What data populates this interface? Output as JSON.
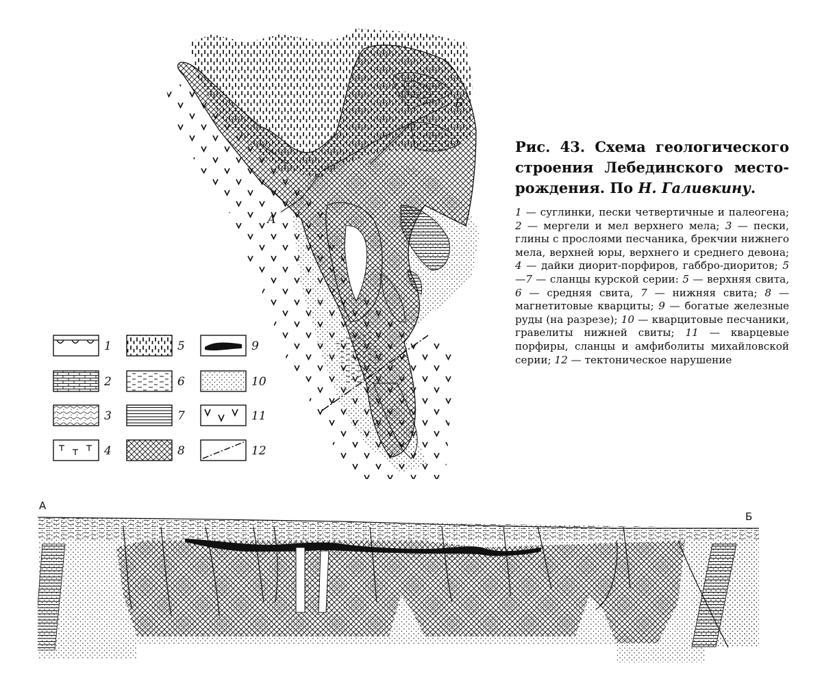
{
  "figure": {
    "title_prefix": "Рис. 43. Схема геологического строения Лебединского место­рождения. По ",
    "title_author": "Н. Галивкину",
    "title_end": "."
  },
  "legend_text": [
    {
      "num": "1",
      "text": "суглинки, пески четвертичные и палеогена;"
    },
    {
      "num": "2",
      "text": "мергели и мел верхнего мела;"
    },
    {
      "num": "3",
      "text": "пески, глины с прослоями песчаника, брекчии нижнего мела, верхней юры, верхнего и среднего девона;"
    },
    {
      "num": "4",
      "text": "дайки диорит-порфиров, габбро-диоритов;"
    },
    {
      "num": "5—7",
      "text": "сланцы курской серии:"
    },
    {
      "num": "5",
      "text": "верхняя свита,"
    },
    {
      "num": "6",
      "text": "средняя свита,"
    },
    {
      "num": "7",
      "text": "нижняя свита;"
    },
    {
      "num": "8",
      "text": "магнетитовые кварциты;"
    },
    {
      "num": "9",
      "text": "богатые железные руды (на разрезе);"
    },
    {
      "num": "10",
      "text": "кварцитовые песчаники, гравелиты нижней свиты;"
    },
    {
      "num": "11",
      "text": "кварцевые порфиры, сланцы и амфиболиты михайловской серии;"
    },
    {
      "num": "12",
      "text": "тектоническое нарушение"
    }
  ],
  "legend_boxes": [
    {
      "label": "1",
      "pattern": "topsoil"
    },
    {
      "label": "5",
      "pattern": "vdash"
    },
    {
      "label": "9",
      "pattern": "ore"
    },
    {
      "label": "2",
      "pattern": "brick"
    },
    {
      "label": "6",
      "pattern": "hdash"
    },
    {
      "label": "10",
      "pattern": "dots"
    },
    {
      "label": "3",
      "pattern": "wavy"
    },
    {
      "label": "7",
      "pattern": "hlines"
    },
    {
      "label": "11",
      "pattern": "vsym"
    },
    {
      "label": "4",
      "pattern": "tsym"
    },
    {
      "label": "8",
      "pattern": "cross"
    },
    {
      "label": "12",
      "pattern": "fault"
    }
  ],
  "map": {
    "line_start_label": "А",
    "line_end_label": "Б"
  },
  "section": {
    "left_label": "А",
    "right_label": "Б"
  }
}
